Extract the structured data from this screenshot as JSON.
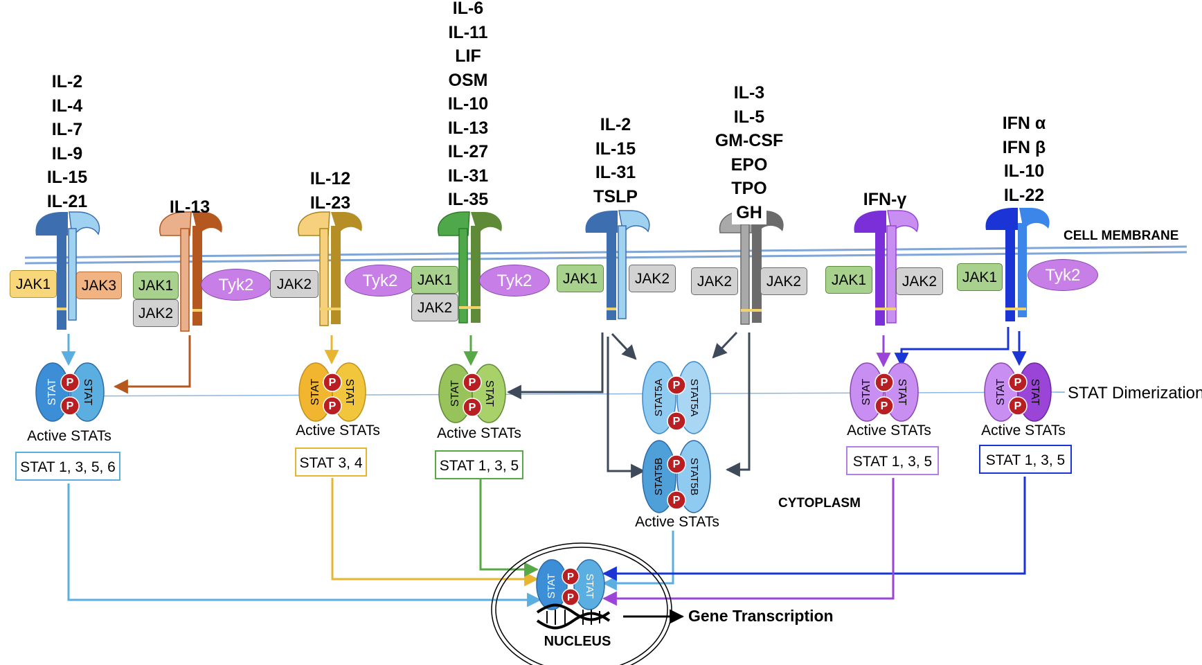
{
  "ligands": {
    "g1": [
      "IL-2",
      "IL-4",
      "IL-7",
      "IL-9",
      "IL-15",
      "IL-21"
    ],
    "g2": [
      "IL-13"
    ],
    "g3": [
      "IL-12",
      "IL-23"
    ],
    "g4": [
      "IL-6",
      "IL-11",
      "LIF",
      "OSM",
      "IL-10",
      "IL-13",
      "IL-27",
      "IL-31",
      "IL-35"
    ],
    "g5": [
      "IL-2",
      "IL-15",
      "IL-31",
      "TSLP"
    ],
    "g6": [
      "IL-3",
      "IL-5",
      "GM-CSF",
      "EPO",
      "TPO",
      "GH"
    ],
    "g7": [
      "IFN-γ"
    ],
    "g8": [
      "IFN α",
      "IFN β",
      "IL-10",
      "IL-22"
    ]
  },
  "kinases": {
    "jak1": "JAK1",
    "jak2": "JAK2",
    "jak3": "JAK3",
    "tyk2": "Tyk2"
  },
  "labels": {
    "cell_membrane": "CELL MEMBRANE",
    "stat_dimerization": "STAT Dimerization",
    "cytoplasm": "CYTOPLASM",
    "nucleus": "NUCLEUS",
    "gene_transcription": "Gene Transcription",
    "active_stats": "Active STATs",
    "stat": "STAT",
    "p": "P",
    "stat5a": "STAT5A",
    "stat5b": "STAT5B"
  },
  "stat_sets": {
    "g1": "STAT 1, 3, 5, 6",
    "g3": "STAT 3, 4",
    "g4": "STAT 1, 3, 5",
    "g7": "STAT 1, 3, 5",
    "g8": "STAT 1, 3, 5"
  },
  "colors": {
    "g1": "#5aaee0",
    "g2": "#b5581f",
    "g3": "#e8b530",
    "g4": "#57a846",
    "g5": "#3e4a5a",
    "g7": "#9a45d8",
    "g8": "#1a34d6",
    "membrane": "#7fa6d6",
    "phospho": "#b81e22"
  }
}
